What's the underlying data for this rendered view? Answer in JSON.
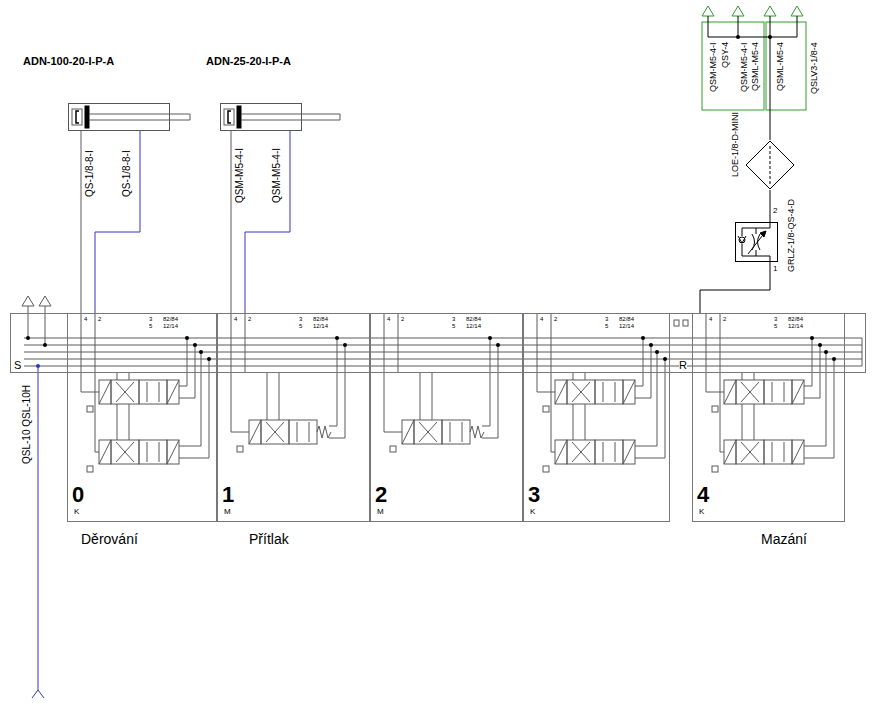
{
  "diagram": {
    "nodes": [
      {
        "text": [
          "ADN-100-20-I-P-A"
        ]
      },
      {
        "text": [
          "ADN-25-20-I-P-A"
        ]
      },
      {
        "text": [
          "LOE-1/8-D-MINI"
        ]
      },
      {
        "text": [
          "GRLZ-1/8-QS-4-D"
        ]
      },
      {
        "text": [
          "S",
          "R"
        ]
      },
      {
        "text": [
          "0",
          "K",
          "Děrování"
        ],
        "in": 4
      },
      {
        "text": [
          "1",
          "M",
          "Přítlak"
        ],
        "in": 4
      },
      {
        "text": [
          "2",
          "M"
        ],
        "in": 4
      },
      {
        "text": [
          "3",
          "K"
        ],
        "in": 4
      },
      {
        "text": [
          "4",
          "K",
          "Mazání"
        ],
        "in": 4
      }
    ],
    "edges": [
      {
        "from": 5,
        "to": 0,
        "arrow": "none",
        "label": "QS-1/8-8-I"
      },
      {
        "from": 5,
        "to": 0,
        "arrow": "none",
        "label": "QS-1/8-8-I"
      },
      {
        "from": 6,
        "to": 1,
        "arrow": "none",
        "label": "QSM-M5-4-I"
      },
      {
        "from": 6,
        "to": 1,
        "arrow": "none",
        "label": "QSM-M5-4-I"
      },
      {
        "from": 2,
        "to": 3,
        "arrow": "none"
      },
      {
        "from": 3,
        "to": 9,
        "arrow": "none"
      }
    ],
    "labels": [
      "QSM-M5-4-I",
      "QSY-4",
      "QSM-M5-4-I",
      "QSML-M5-4",
      "QSML-M5-4",
      "QSLV3-1/8-4",
      "2",
      "1",
      "QSL-10 QSL-10H",
      "4",
      "2",
      "3",
      "5",
      "82/84",
      "12/14",
      "4",
      "2",
      "3",
      "5",
      "82/84",
      "12/14",
      "4",
      "2",
      "3",
      "5",
      "82/84",
      "12/14",
      "4",
      "2",
      "3",
      "5",
      "82/84",
      "12/14",
      "4",
      "2",
      "3",
      "5",
      "82/84",
      "12/14"
    ]
  }
}
